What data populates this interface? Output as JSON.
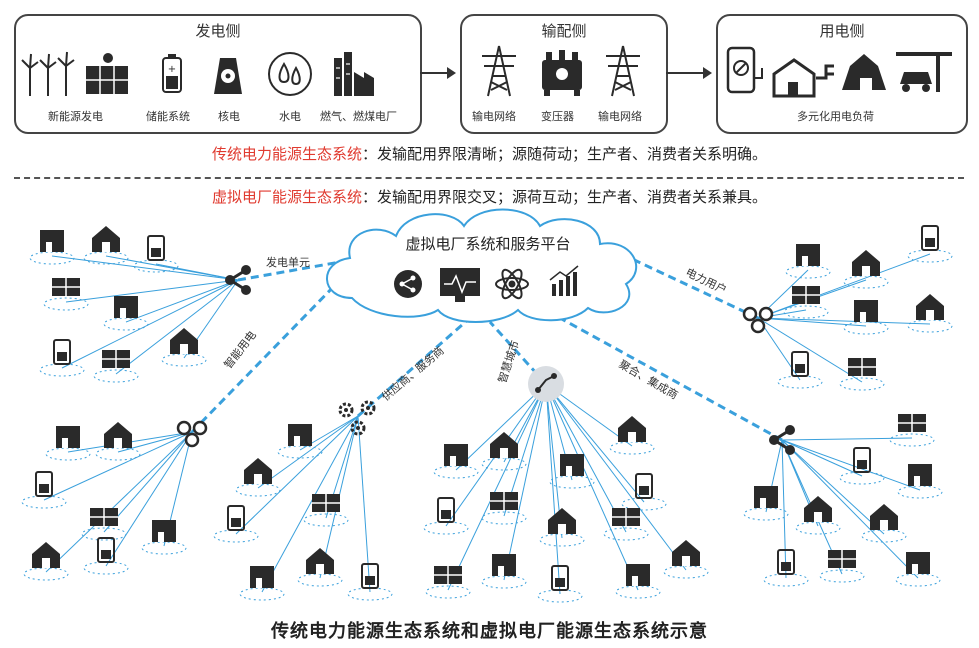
{
  "top": {
    "generation": {
      "title": "发电侧",
      "items": [
        {
          "label": "新能源发电",
          "icon": "wind-solar-icon"
        },
        {
          "label": "储能系统",
          "icon": "battery-icon"
        },
        {
          "label": "核电",
          "icon": "nuclear-icon"
        },
        {
          "label": "水电",
          "icon": "hydro-icon"
        },
        {
          "label": "燃气、燃煤电厂",
          "icon": "power-plant-icon"
        }
      ]
    },
    "transmission": {
      "title": "输配侧",
      "items": [
        {
          "label": "输电网络",
          "icon": "pylon-icon"
        },
        {
          "label": "变压器",
          "icon": "transformer-icon"
        },
        {
          "label": "输电网络",
          "icon": "pylon-icon"
        }
      ]
    },
    "consumption": {
      "title": "用电侧",
      "items": [
        {
          "label": "多元化用电负荷",
          "icon": "loads-icon"
        }
      ]
    }
  },
  "statements": {
    "traditional_head": "传统电力能源生态系统",
    "traditional_body": "：发输配用界限清晰；源随荷动；生产者、消费者关系明确。",
    "virtual_head": "虚拟电厂能源生态系统",
    "virtual_body": "：发输配用界限交叉；源荷互动；生产者、消费者关系兼具。"
  },
  "network": {
    "cloud_title": "虚拟电厂系统和服务平台",
    "links": {
      "generation_unit": "发电单元",
      "smart_use": "智能用电",
      "suppliers": "供应商、服务商",
      "smart_city": "智慧城市",
      "aggregators": "聚合、集成商",
      "power_users": "电力用户"
    }
  },
  "caption": "传统电力能源生态系统和虚拟电厂能源生态系统示意",
  "colors": {
    "highlight": "#e03a2f",
    "link": "#3aa0dc",
    "dash": "#555555",
    "icon": "#2a2a2a"
  }
}
